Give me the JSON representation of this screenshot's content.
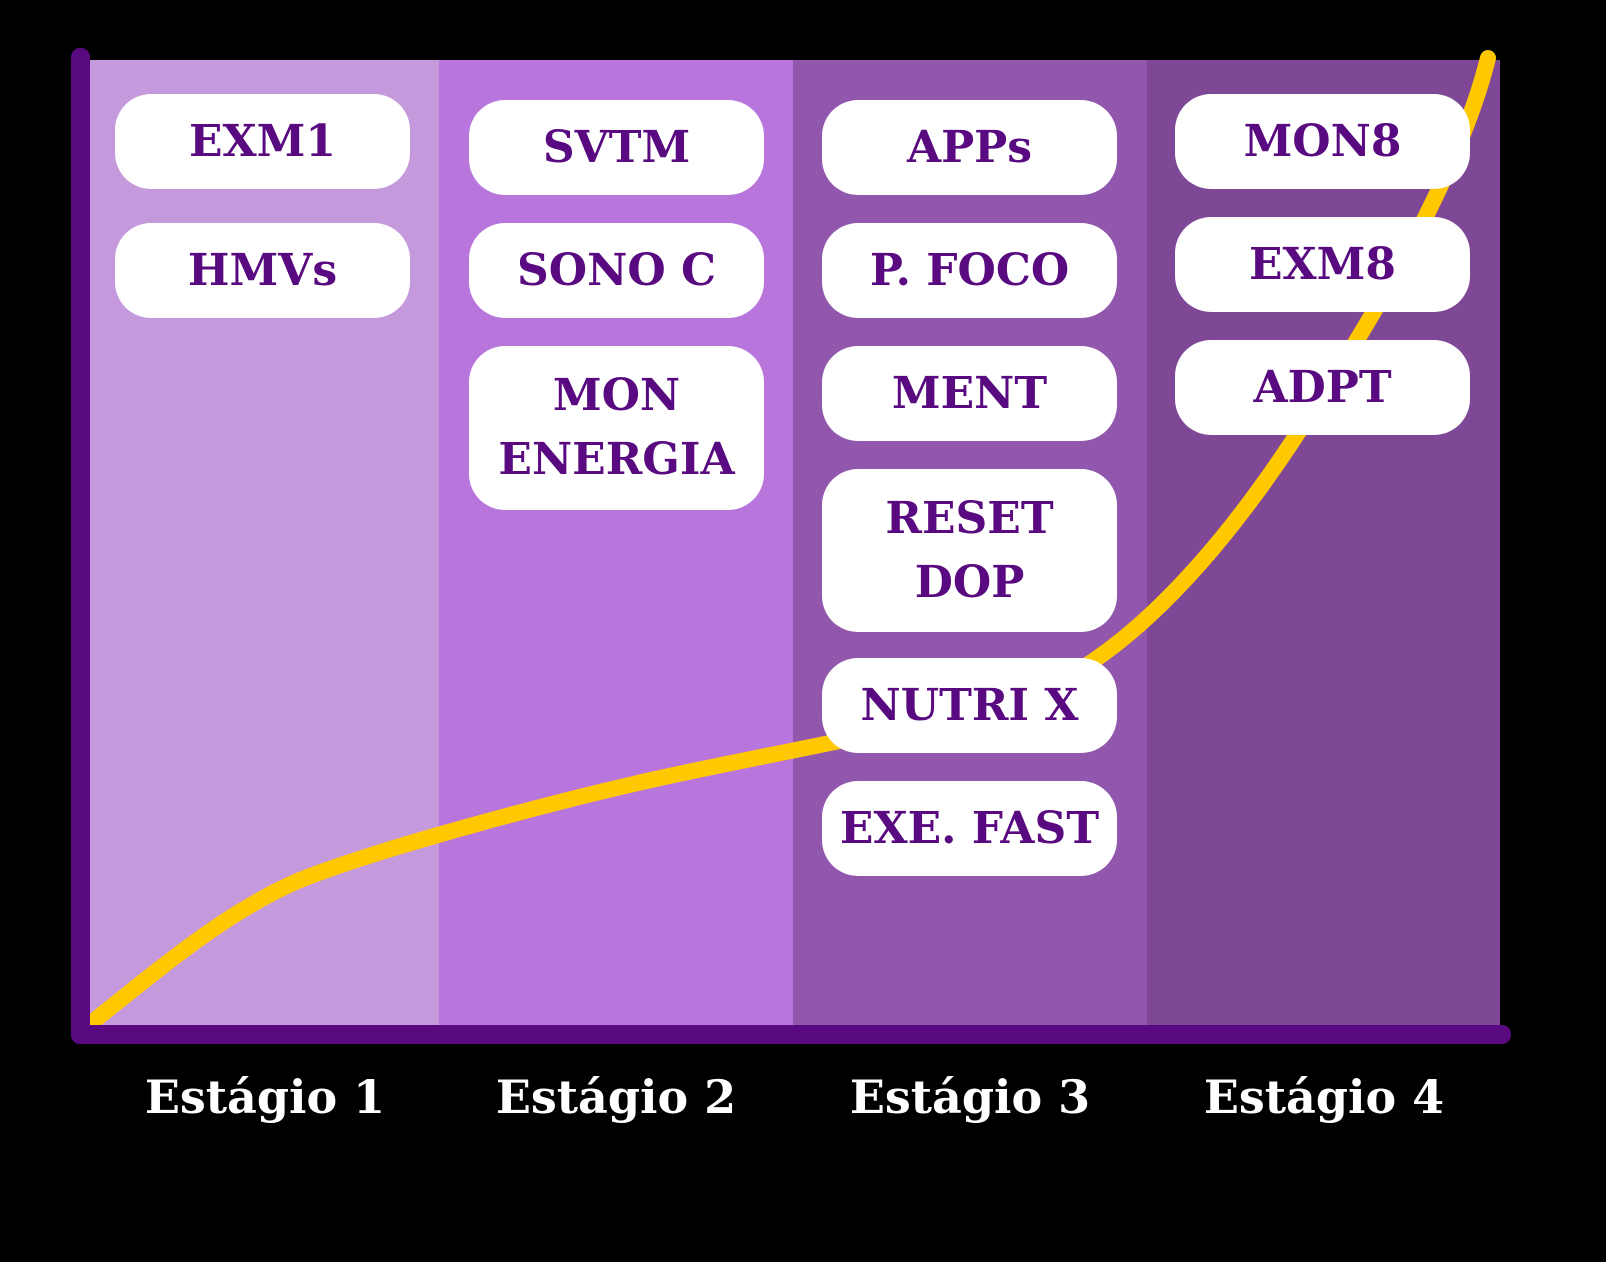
{
  "colors": {
    "column_1": "#c59adc",
    "column_2": "#b876dc",
    "column_3": "#9157ac",
    "column_4": "#7e4896",
    "axis": "#5a0a80",
    "curve": "#ffc800",
    "box_text": "#5a0a80"
  },
  "stages": [
    {
      "label": "Estágio 1",
      "items": [
        "EXM1",
        "HMVs"
      ]
    },
    {
      "label": "Estágio 2",
      "items": [
        "SVTM",
        "SONO C",
        "MON\nENERGIA"
      ]
    },
    {
      "label": "Estágio 3",
      "items": [
        "APPs",
        "P. FOCO",
        "MENT",
        "RESET\nDOP",
        "NUTRI X",
        "EXE. FAST"
      ]
    },
    {
      "label": "Estágio 4",
      "items": [
        "MON8",
        "EXM8",
        "ADPT"
      ]
    }
  ]
}
